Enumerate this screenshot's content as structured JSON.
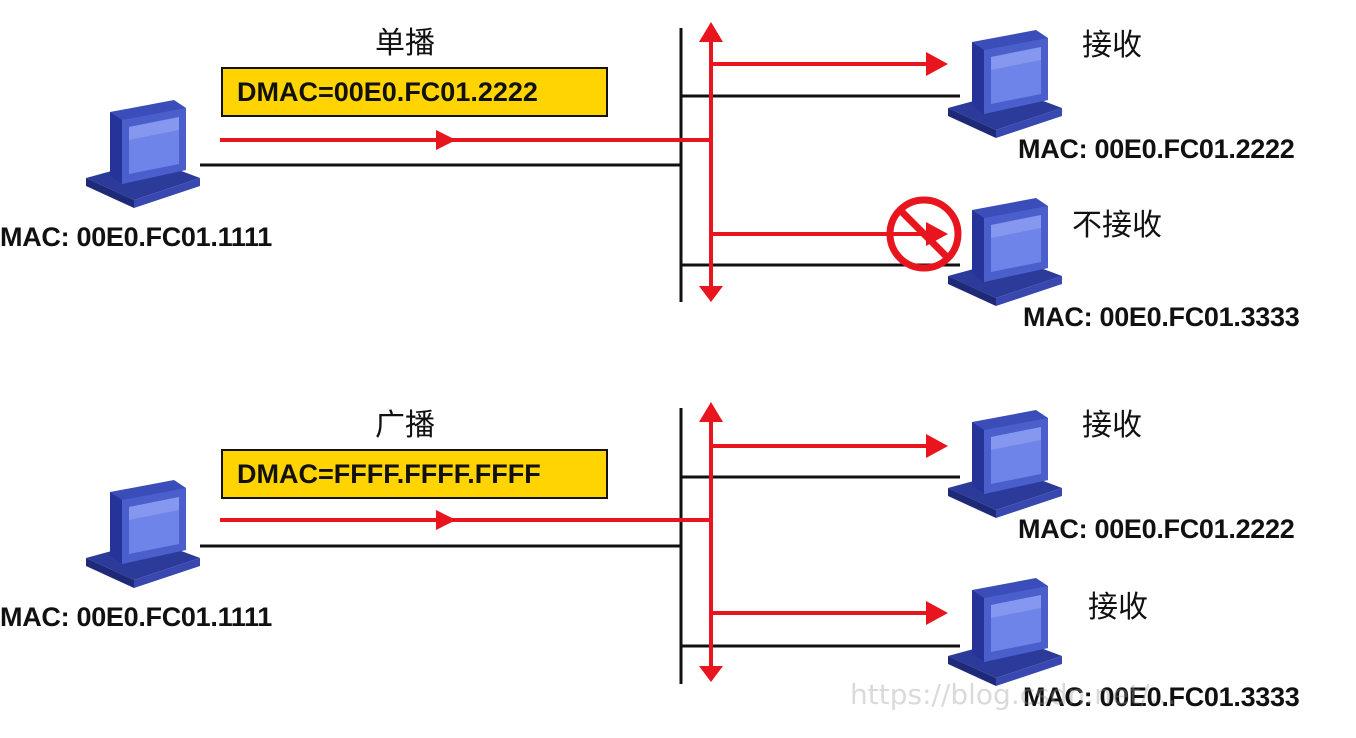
{
  "unicast": {
    "title": "单播",
    "dmac": "DMAC=00E0.FC01.2222",
    "sender_mac": "MAC: 00E0.FC01.1111",
    "receiver1": {
      "status": "接收",
      "mac": "MAC: 00E0.FC01.2222"
    },
    "receiver2": {
      "status": "不接收",
      "mac": "MAC: 00E0.FC01.3333"
    }
  },
  "broadcast": {
    "title": "广播",
    "dmac": "DMAC=FFFF.FFFF.FFFF",
    "sender_mac": "MAC: 00E0.FC01.1111",
    "receiver1": {
      "status": "接收",
      "mac": "MAC: 00E0.FC01.2222"
    },
    "receiver2": {
      "status": "接收",
      "mac": "MAC: 00E0.FC01.3333"
    }
  },
  "watermark": "https://blog.csdn.net/..."
}
